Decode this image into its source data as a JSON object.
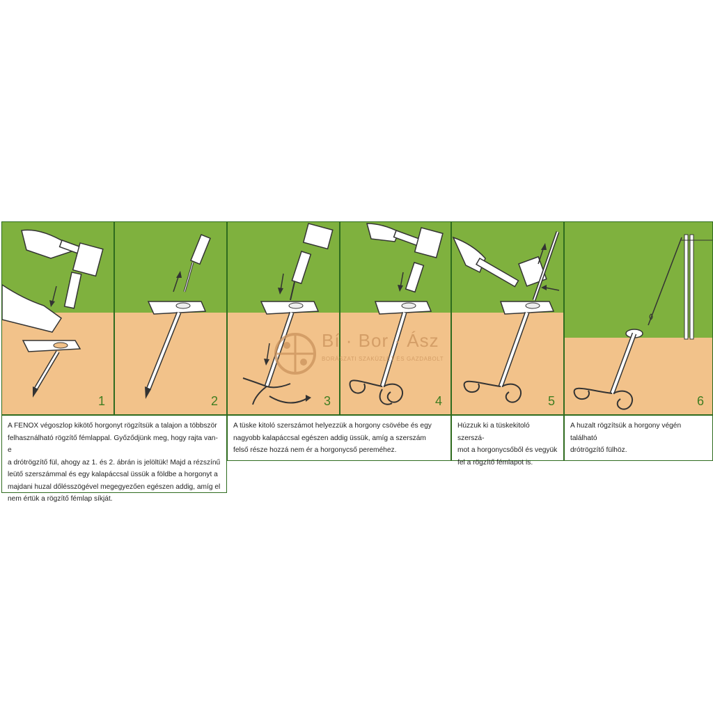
{
  "panels": [
    {
      "number": "1"
    },
    {
      "number": "2"
    },
    {
      "number": "3"
    },
    {
      "number": "4"
    },
    {
      "number": "5"
    },
    {
      "number": "6"
    }
  ],
  "captions": {
    "c1": "A FENOX végoszlop kikötő horgonyt rögzítsük a talajon a többször\nfelhasználható rögzítő fémlappal. Győződjünk meg, hogy rajta van-e\na drótrögzítő fül, ahogy az 1. és 2. ábrán is jelöltük! Majd a rézszínű\nleütő szerszámmal és egy kalapáccsal üssük a földbe a horgonyt a\nmajdani huzal dőlésszögével megegyezően egészen addig, amíg el\nnem értük a rögzítő fémlap síkját.",
    "c2": "A tüske kitoló szerszámot helyezzük a horgony csövébe és egy\nnagyobb kalapáccsal egészen addig üssük, amíg a szerszám\nfelső része hozzá nem ér a horgonycső pereméhez.",
    "c3": "Húzzuk ki a tüskekitoló szerszá-\nmot a horgonycsőből és vegyük\nfel a rögzítő fémlapot is.",
    "c4": "A huzalt rögzítsük a horgony végén található\ndrótrögzítő fülhöz."
  },
  "watermark": {
    "title": "Bí · Bor · Ász",
    "subtitle": "BORÁSZATI SZAKÜZLET ÉS GAZDABOLT"
  },
  "colors": {
    "grass": "#7fb13e",
    "soil": "#f2c28a",
    "frame": "#2e6b1e",
    "number": "#3f7d21"
  }
}
